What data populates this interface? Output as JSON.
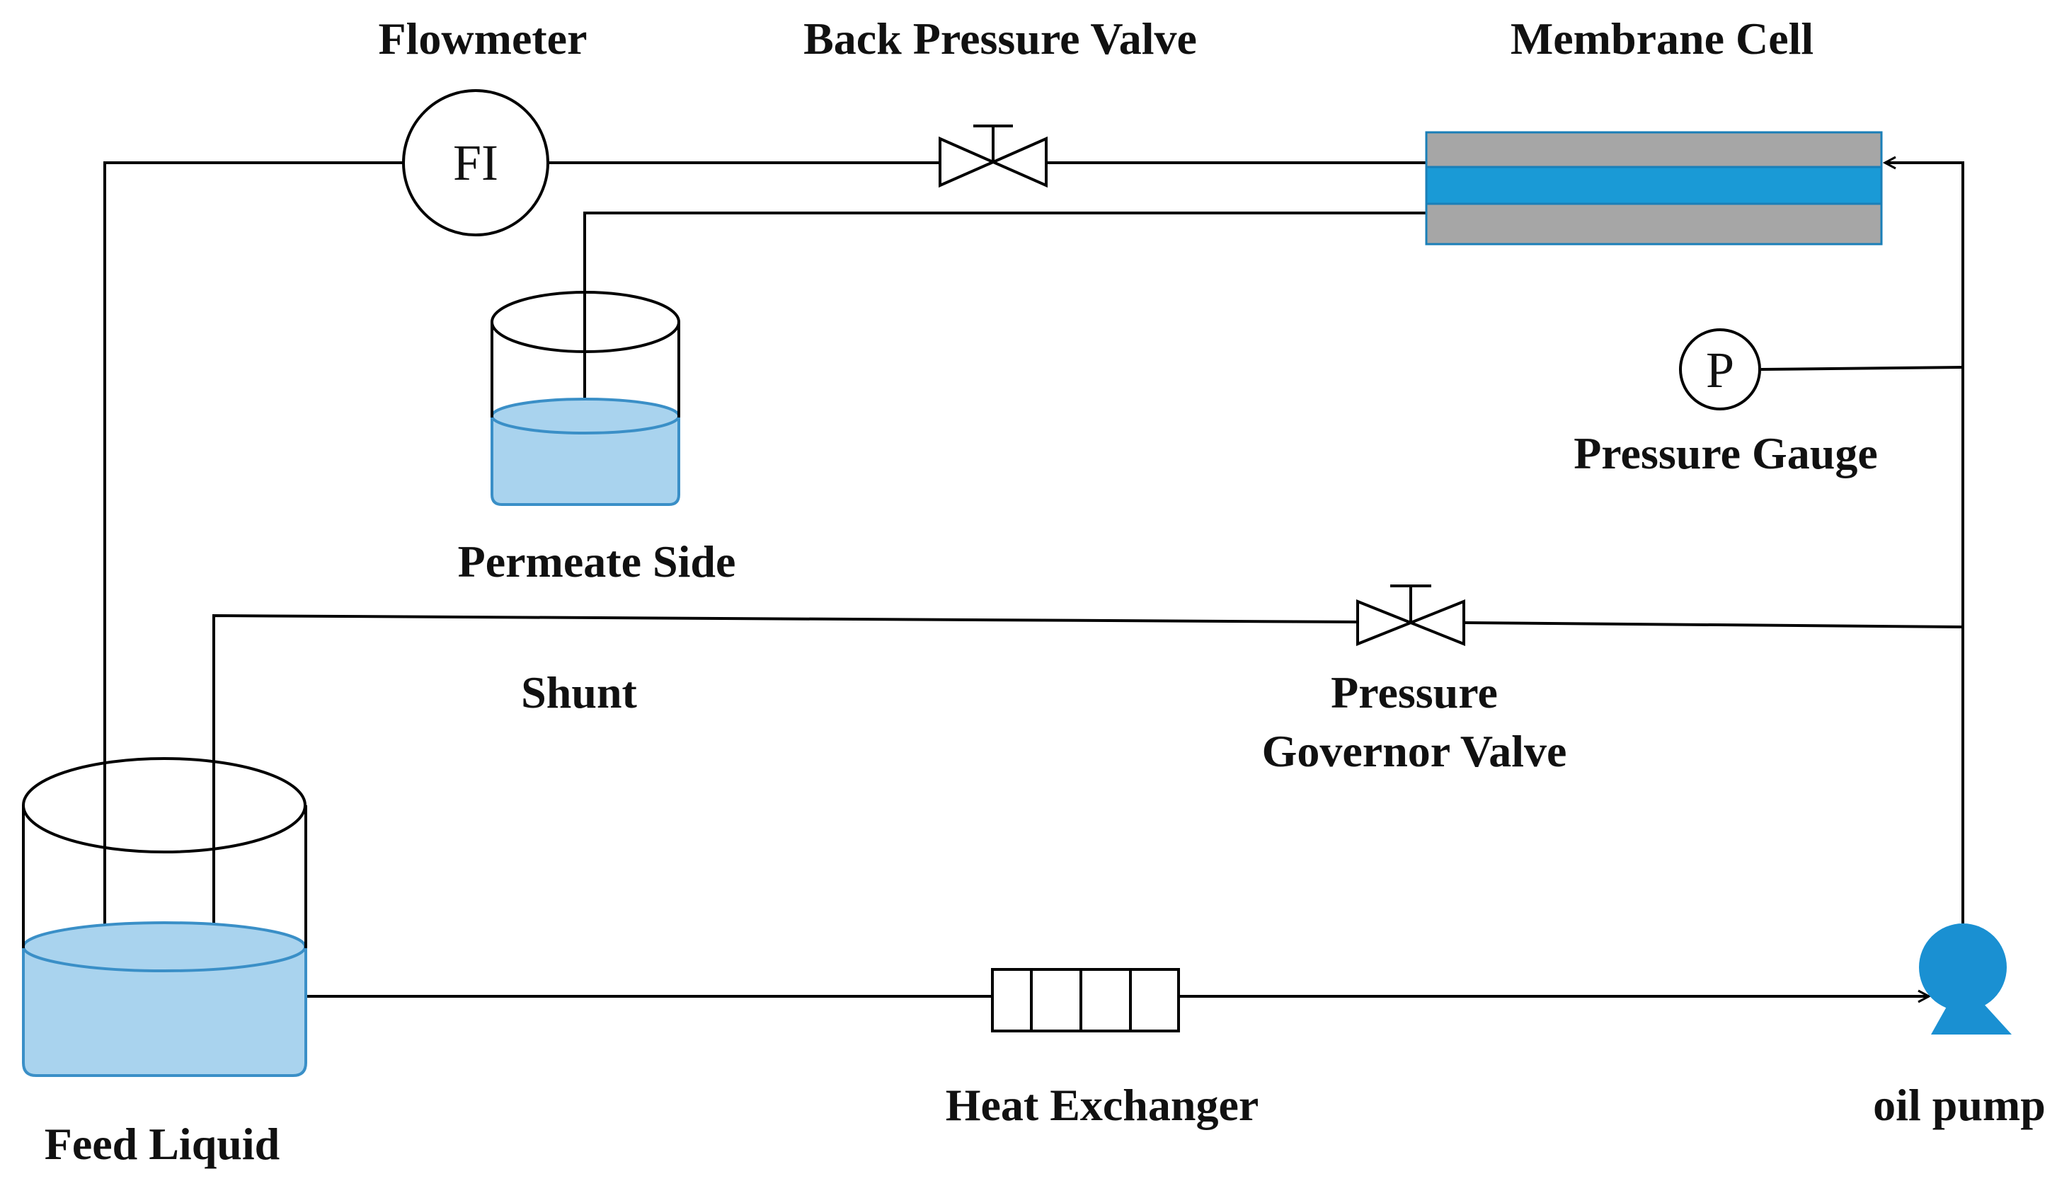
{
  "labels": {
    "flowmeter": "Flowmeter",
    "back_pressure_valve": "Back Pressure Valve",
    "membrane_cell": "Membrane Cell",
    "pressure_gauge": "Pressure Gauge",
    "permeate_side": "Permeate Side",
    "shunt": "Shunt",
    "pressure_governor_valve_line1": "Pressure",
    "pressure_governor_valve_line2": "Governor Valve",
    "feed_liquid": "Feed Liquid",
    "heat_exchanger": "Heat Exchanger",
    "oil_pump": "oil pump"
  },
  "symbols": {
    "flowmeter": "FI",
    "pressure_gauge": "P"
  },
  "colors": {
    "line": "#000000",
    "liquid_fill": "#a9d3ee",
    "liquid_stroke": "#3a8fc7",
    "membrane_gray": "#a6a6a6",
    "membrane_blue": "#1a9ad6",
    "pump_blue": "#1a90d2"
  },
  "icons": {
    "flowmeter": "flowmeter-circle-icon",
    "back_pressure_valve": "gate-valve-icon",
    "pressure_governor_valve": "gate-valve-icon",
    "pressure_gauge": "pressure-gauge-icon",
    "membrane_cell": "membrane-cell-icon",
    "heat_exchanger": "heat-exchanger-icon",
    "oil_pump": "pump-icon",
    "feed_liquid": "tank-icon",
    "permeate_side": "beaker-icon"
  }
}
